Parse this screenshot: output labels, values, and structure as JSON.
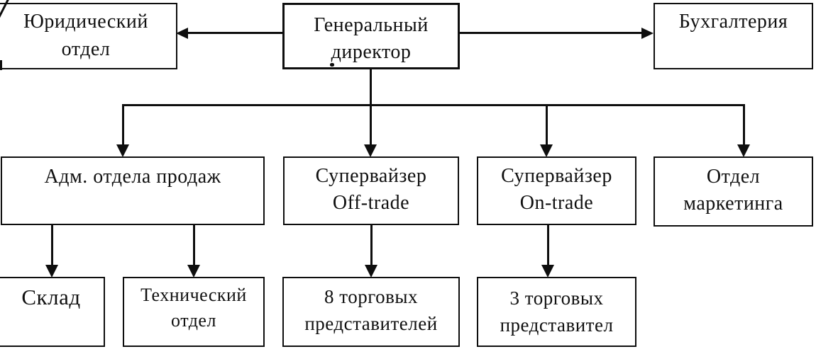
{
  "diagram": {
    "type": "org-chart",
    "language": "ru",
    "nodes": {
      "director": {
        "label": "Генеральный директор",
        "lines": [
          "Генеральный",
          "директор"
        ]
      },
      "legal": {
        "label": "Юридический отдел",
        "lines": [
          "Юридический",
          "отдел"
        ]
      },
      "accounting": {
        "label": "Бухгалтерия",
        "lines": [
          "Бухгалтерия"
        ]
      },
      "sales_admin": {
        "label": "Адм. отдела продаж",
        "lines": [
          "Адм. отдела продаж"
        ]
      },
      "sup_off": {
        "label": "Супервайзер Off-trade",
        "lines": [
          "Супервайзер",
          "Off-trade"
        ]
      },
      "sup_on": {
        "label": "Супервайзер On-trade",
        "lines": [
          "Супервайзер",
          "On-trade"
        ]
      },
      "marketing": {
        "label": "Отдел маркетинга",
        "lines": [
          "Отдел",
          "маркетинга"
        ]
      },
      "warehouse": {
        "label": "Склад",
        "lines": [
          "Склад"
        ]
      },
      "technical": {
        "label": "Технический отдел",
        "lines": [
          "Технический",
          "отдел"
        ]
      },
      "reps_8": {
        "label": "8 торговых представителей",
        "lines": [
          "8 торговых",
          "представителей"
        ]
      },
      "reps_3": {
        "label": "3 торговых представител",
        "lines": [
          "3 торговых",
          "представител"
        ]
      }
    },
    "edges": [
      {
        "from": "director",
        "to": "legal"
      },
      {
        "from": "director",
        "to": "accounting"
      },
      {
        "from": "director",
        "to": "sales_admin"
      },
      {
        "from": "director",
        "to": "sup_off"
      },
      {
        "from": "director",
        "to": "sup_on"
      },
      {
        "from": "director",
        "to": "marketing"
      },
      {
        "from": "sales_admin",
        "to": "warehouse"
      },
      {
        "from": "sales_admin",
        "to": "technical"
      },
      {
        "from": "sup_off",
        "to": "reps_8"
      },
      {
        "from": "sup_on",
        "to": "reps_3"
      }
    ],
    "colors": {
      "line": "#0e0e0e",
      "background": "#ffffff",
      "text": "#101010"
    }
  }
}
